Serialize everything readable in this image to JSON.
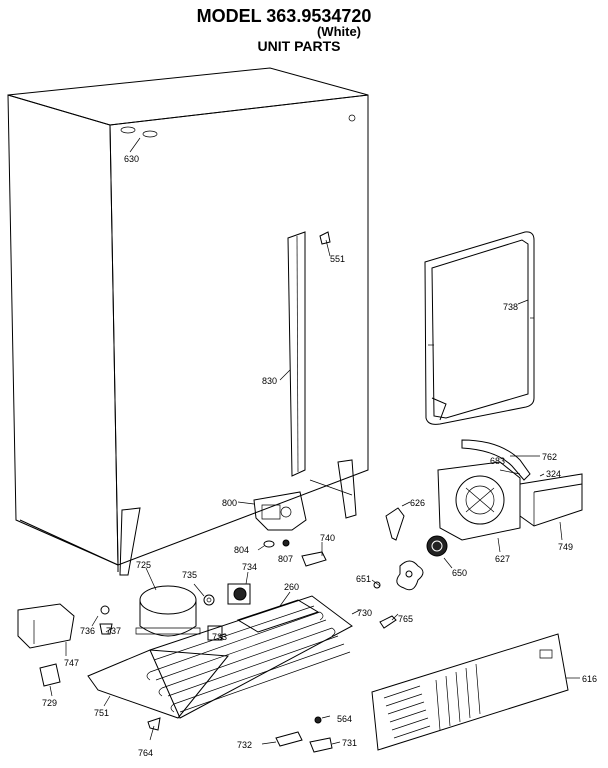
{
  "header": {
    "model": "MODEL 363.9534720",
    "variant": "(White)",
    "section": "UNIT PARTS"
  },
  "part_labels": {
    "p630": "630",
    "p551": "551",
    "p738": "738",
    "p830": "830",
    "p762": "762",
    "p683": "683",
    "p324": "324",
    "p800": "800",
    "p626": "626",
    "p740": "740",
    "p804": "804",
    "p807": "807",
    "p749": "749",
    "p627": "627",
    "p725": "725",
    "p735": "735",
    "p734": "734",
    "p260": "260",
    "p651": "651",
    "p650": "650",
    "p730": "730",
    "p765": "765",
    "p736": "736",
    "p737": "737",
    "p733": "733",
    "p747": "747",
    "p616": "616",
    "p729": "729",
    "p751": "751",
    "p564": "564",
    "p732": "732",
    "p731": "731",
    "p764": "764"
  }
}
